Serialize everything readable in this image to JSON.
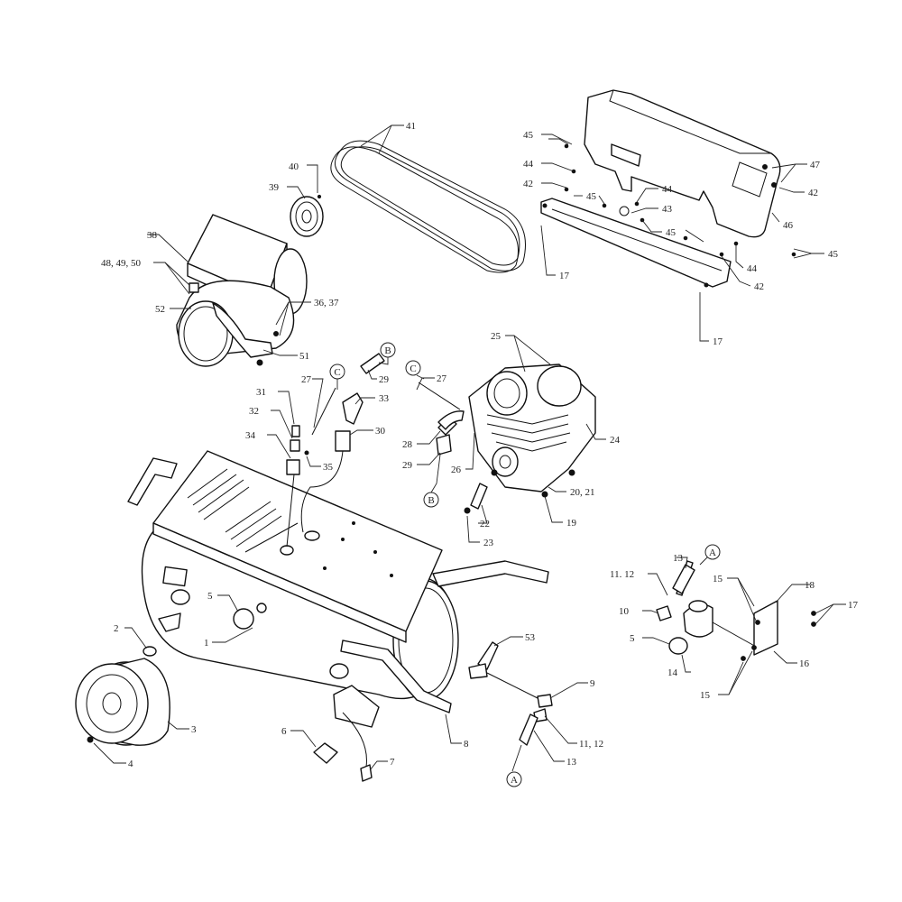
{
  "callouts": [
    "A",
    "B",
    "C"
  ],
  "labels": {
    "p1": "1",
    "p2": "2",
    "p3": "3",
    "p4": "4",
    "p5": "5",
    "p6": "6",
    "p7": "7",
    "p8": "8",
    "p9": "9",
    "p10": "10",
    "p11_12_pump": "11, 12",
    "p11_12_reg": "11. 12",
    "p13": "13",
    "p14": "14",
    "p15": "15",
    "p16": "16",
    "p17": "17",
    "p18": "18",
    "p19": "19",
    "p20_21": "20, 21",
    "p22": "22",
    "p23": "23",
    "p24": "24",
    "p25": "25",
    "p26": "26",
    "p27": "27",
    "p28": "28",
    "p29": "29",
    "p30": "30",
    "p31": "31",
    "p32": "32",
    "p33": "33",
    "p34": "34",
    "p35": "35",
    "p36_37": "36, 37",
    "p38": "38",
    "p39": "39",
    "p40": "40",
    "p41": "41",
    "p42": "42",
    "p43": "43",
    "p44": "44",
    "p45": "45",
    "p46": "46",
    "p47": "47",
    "p48_49_50": "48, 49, 50",
    "p51": "51",
    "p52": "52",
    "p53": "53"
  }
}
